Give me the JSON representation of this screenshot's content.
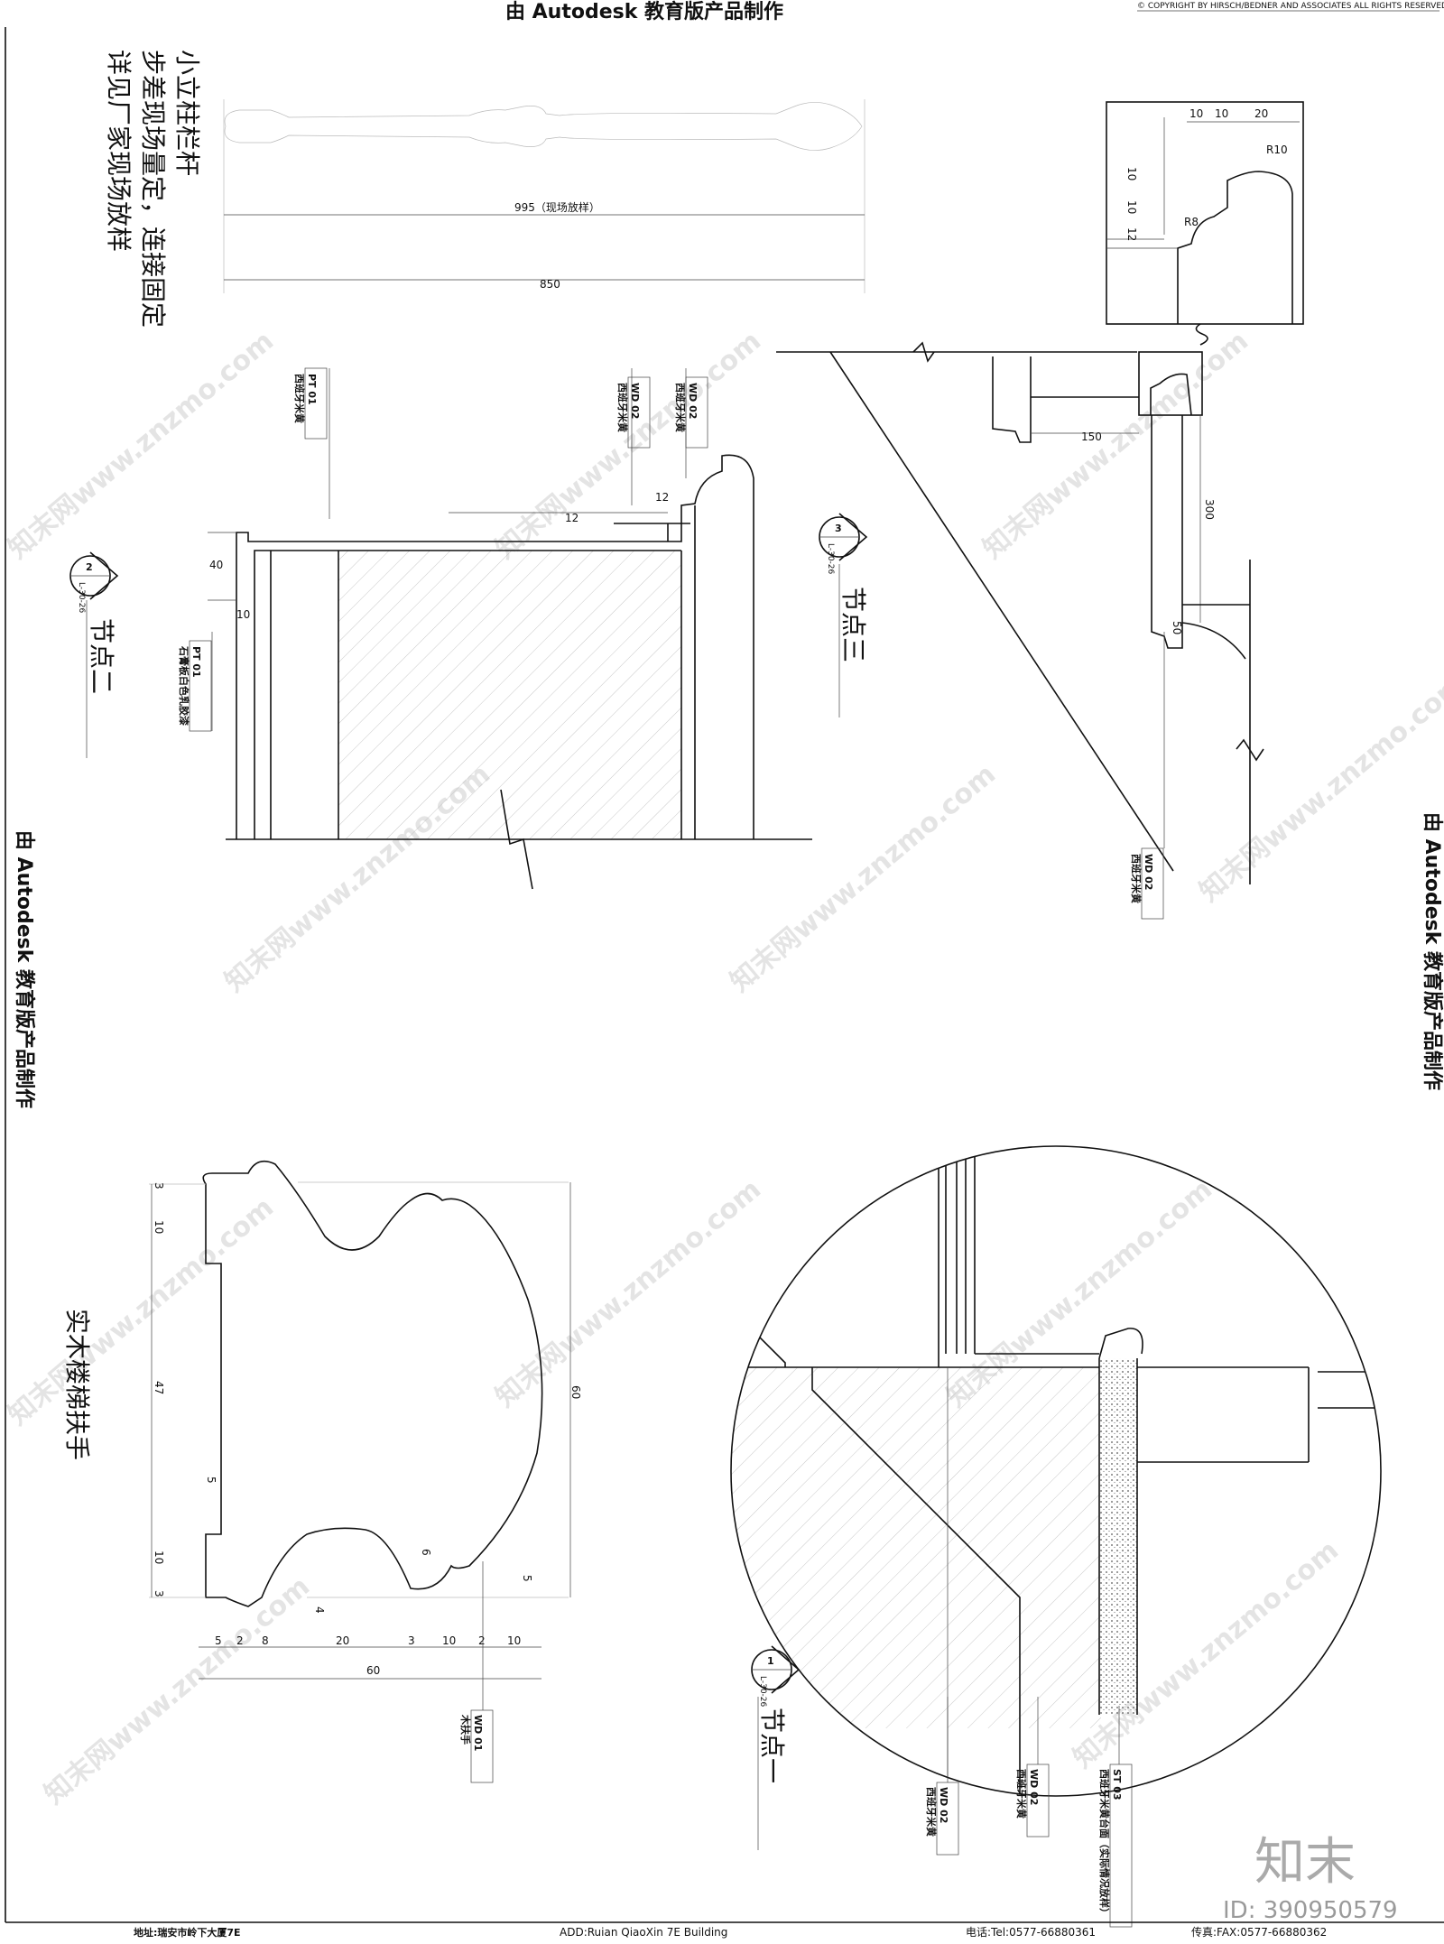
{
  "header": {
    "top": "由 Autodesk 教育版产品制作",
    "copyright": "© COPYRIGHT BY HIRSCH/BEDNER AND ASSOCIATES ALL RIGHTS RESERVED",
    "left": "由 Autodesk 教育版产品制作",
    "right": "由 Autodesk 教育版产品制作"
  },
  "notes": {
    "line1": "小立柱栏杆",
    "line2": "步差现场量定，连接固定",
    "line3": "详见厂家现场放样"
  },
  "baluster": {
    "dim_995": "995（现场放样）",
    "dim_850": "850"
  },
  "node2": {
    "title": "节点二",
    "tag_num": "2",
    "tag_ref": "L-30-26",
    "dims": [
      "40",
      "10",
      "12",
      "12"
    ],
    "pt01_top": "PT 01",
    "pt01_top_desc": "西班牙米黄",
    "wd02_a": "WD 02",
    "wd02_a_desc": "西班牙米黄",
    "wd02_b": "WD 02",
    "wd02_b_desc": "西班牙米黄",
    "pt01_bot": "PT 01",
    "pt01_bot_desc": "石膏板白色乳胶漆"
  },
  "node3": {
    "title": "节点三",
    "tag_num": "3",
    "tag_ref": "L-30-26",
    "dims": [
      "10",
      "10",
      "20",
      "R10",
      "10",
      "10",
      "12",
      "R8",
      "150",
      "300",
      "50"
    ],
    "wd02": "WD 02",
    "wd02_desc": "西班牙米黄"
  },
  "handrail": {
    "title": "实木楼梯扶手",
    "vdims": [
      "3",
      "10",
      "47",
      "5",
      "10",
      "3"
    ],
    "hdims": [
      "5",
      "2",
      "8",
      "20",
      "3",
      "10",
      "2",
      "10"
    ],
    "dim_60_bottom": "60",
    "dim_60_right": "60",
    "inner": [
      "6",
      "5",
      "4"
    ],
    "wd01": "WD 01",
    "wd01_desc": "木扶手"
  },
  "node1": {
    "title": "节点一",
    "tag_num": "1",
    "tag_ref": "L-30-26",
    "wd02_a": "WD 02",
    "wd02_a_desc": "西班牙米黄",
    "wd02_b": "WD 02",
    "wd02_b_desc": "西班牙米黄",
    "st03": "ST 03",
    "st03_desc": "西班牙米黄台面（实际情况放样）"
  },
  "footer": {
    "addr_cn": "地址:瑞安市岭下大厦7E",
    "addr_en": "ADD:Ruian QiaoXin 7E  Building",
    "tel": "电话:Tel:0577-66880361",
    "fax": "传真:FAX:0577-66880362",
    "brand": "知末",
    "id": "ID: 390950579"
  },
  "watermark": "知末网www.znzmo.com"
}
